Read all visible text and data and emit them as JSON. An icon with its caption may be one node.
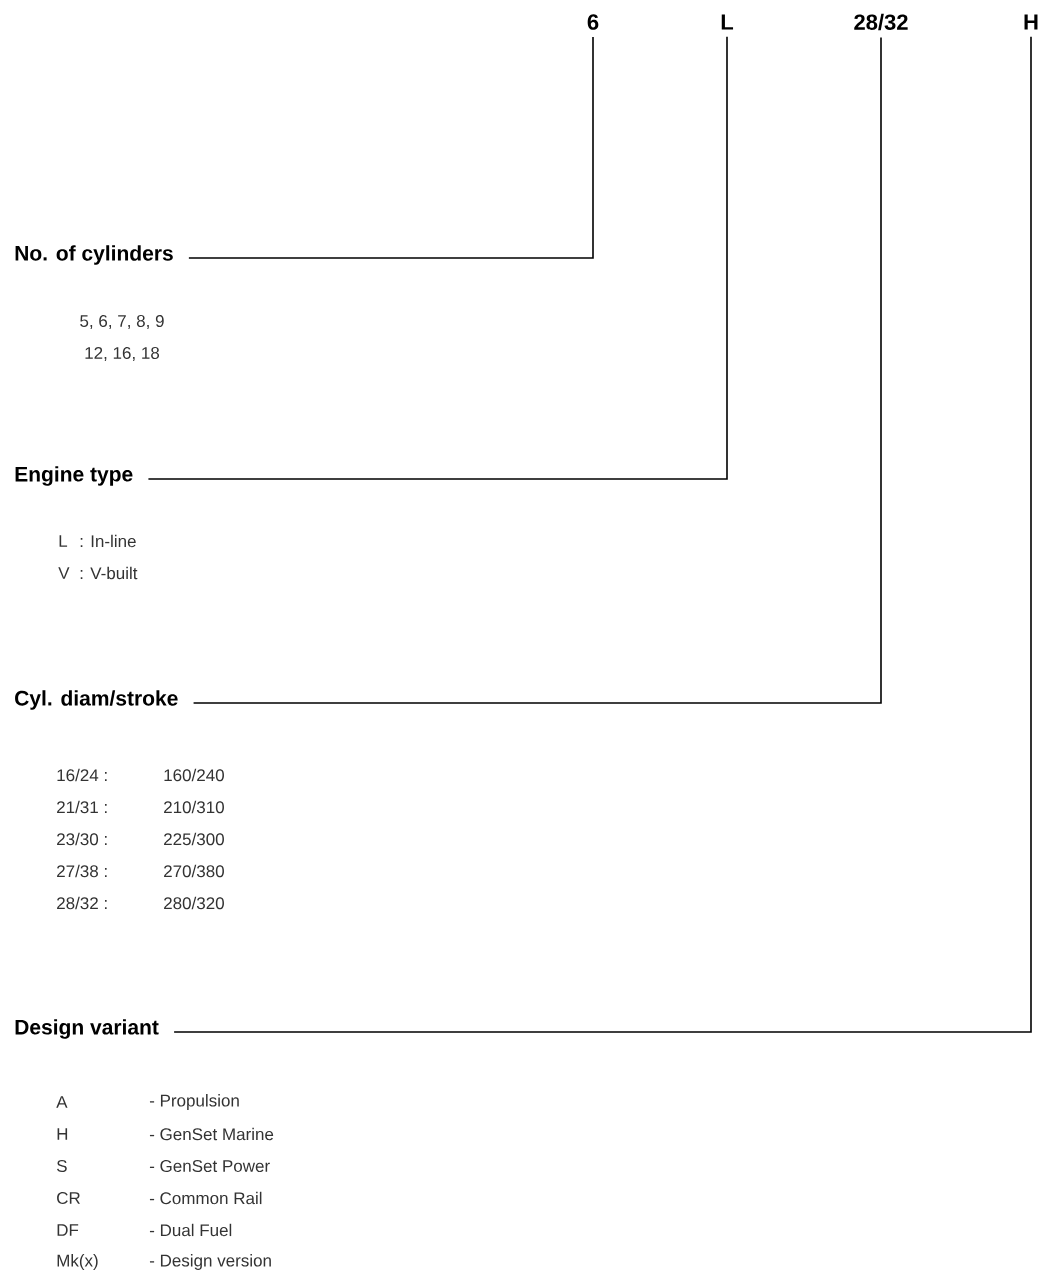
{
  "diagram": {
    "nodes": [
      {
        "text": [
          "6"
        ]
      },
      {
        "text": [
          "L"
        ]
      },
      {
        "text": [
          "28/32"
        ]
      },
      {
        "text": [
          "H"
        ]
      },
      {
        "text": [
          "No. of cylinders"
        ],
        "beside": [
          "5, 6, 7, 8, 9",
          "12, 16, 18"
        ]
      },
      {
        "text": [
          "Engine type"
        ],
        "beside": [
          "L",
          ": In-line",
          "V",
          ": V-built"
        ]
      },
      {
        "text": [
          "Cyl. diam/stroke"
        ],
        "beside": [
          "16/24 :",
          "160/240",
          "21/31 :",
          "210/310",
          "23/30 :",
          "225/300",
          "27/38 :",
          "270/380",
          "28/32 :",
          "280/320"
        ]
      },
      {
        "text": [
          "Design variant"
        ],
        "beside": [
          "A",
          "- Propulsion",
          "H",
          "- GenSet Marine",
          "S",
          "- GenSet Power",
          "CR",
          "- Common Rail",
          "DF",
          "- Dual Fuel",
          "Mk(x)",
          "- Design version"
        ]
      }
    ],
    "edges": [
      {
        "from": 4,
        "to": 0,
        "arrow": "none"
      },
      {
        "from": 5,
        "to": 1,
        "arrow": "none"
      },
      {
        "from": 6,
        "to": 2,
        "arrow": "none"
      },
      {
        "from": 7,
        "to": 3,
        "arrow": "none"
      }
    ]
  }
}
